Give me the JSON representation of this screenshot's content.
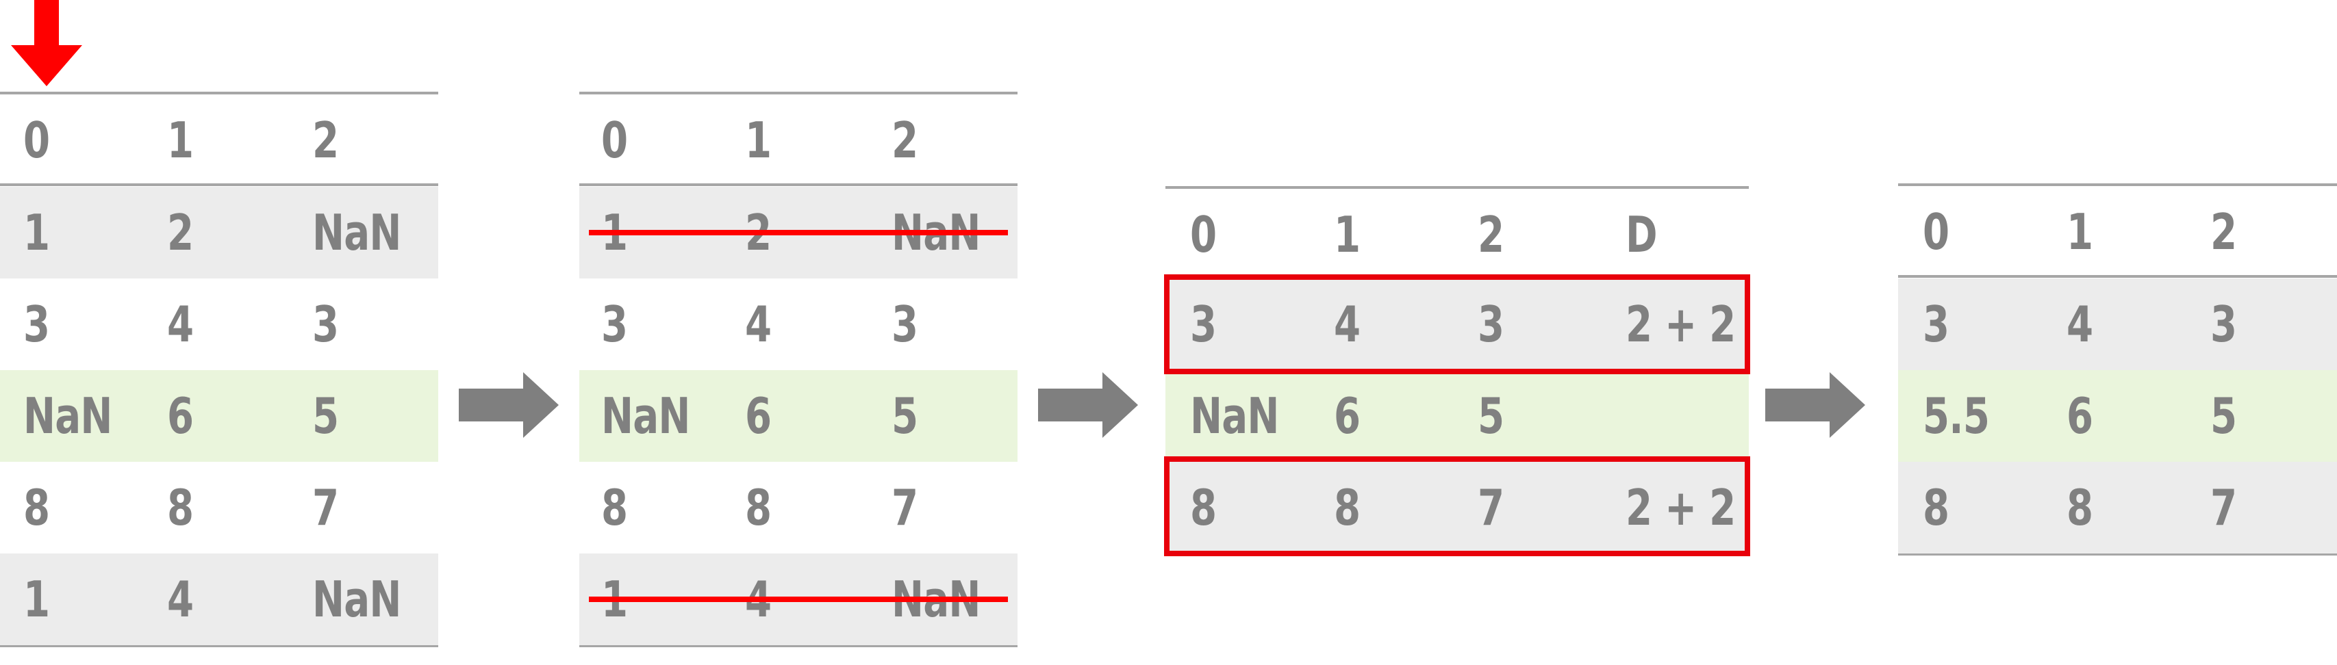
{
  "colors": {
    "text": "#808080",
    "rule": "#a6a6a6",
    "row_gray": "#ececec",
    "row_green": "#eaf5dc",
    "highlight_red": "#ff0000",
    "arrow_gray": "#7f7f7f"
  },
  "panels": [
    {
      "id": "table-1",
      "header": [
        "0",
        "1",
        "2"
      ],
      "rows": [
        {
          "cells": [
            "1",
            "2",
            "NaN"
          ],
          "bg": "gray"
        },
        {
          "cells": [
            "3",
            "4",
            "3"
          ],
          "bg": "white"
        },
        {
          "cells": [
            "NaN",
            "6",
            "5"
          ],
          "bg": "green"
        },
        {
          "cells": [
            "8",
            "8",
            "7"
          ],
          "bg": "white"
        },
        {
          "cells": [
            "1",
            "4",
            "NaN"
          ],
          "bg": "gray"
        }
      ]
    },
    {
      "id": "table-2",
      "header": [
        "0",
        "1",
        "2"
      ],
      "rows": [
        {
          "cells": [
            "1",
            "2",
            "NaN"
          ],
          "bg": "gray",
          "struck": true
        },
        {
          "cells": [
            "3",
            "4",
            "3"
          ],
          "bg": "white"
        },
        {
          "cells": [
            "NaN",
            "6",
            "5"
          ],
          "bg": "green"
        },
        {
          "cells": [
            "8",
            "8",
            "7"
          ],
          "bg": "white"
        },
        {
          "cells": [
            "1",
            "4",
            "NaN"
          ],
          "bg": "gray",
          "struck": true
        }
      ]
    },
    {
      "id": "table-3",
      "header": [
        "0",
        "1",
        "2",
        "D"
      ],
      "rows": [
        {
          "cells": [
            "3",
            "4",
            "3",
            "2 + 2"
          ],
          "bg": "gray",
          "boxed": true
        },
        {
          "cells": [
            "NaN",
            "6",
            "5",
            ""
          ],
          "bg": "green"
        },
        {
          "cells": [
            "8",
            "8",
            "7",
            "2 + 2"
          ],
          "bg": "gray",
          "boxed": true
        }
      ]
    },
    {
      "id": "table-4",
      "header": [
        "0",
        "1",
        "2"
      ],
      "rows": [
        {
          "cells": [
            "3",
            "4",
            "3"
          ],
          "bg": "gray"
        },
        {
          "cells": [
            "5.5",
            "6",
            "5"
          ],
          "bg": "green"
        },
        {
          "cells": [
            "8",
            "8",
            "7"
          ],
          "bg": "gray"
        }
      ]
    }
  ],
  "arrows": [
    "right-arrow",
    "right-arrow",
    "right-arrow"
  ],
  "marker": "down-arrow-icon"
}
